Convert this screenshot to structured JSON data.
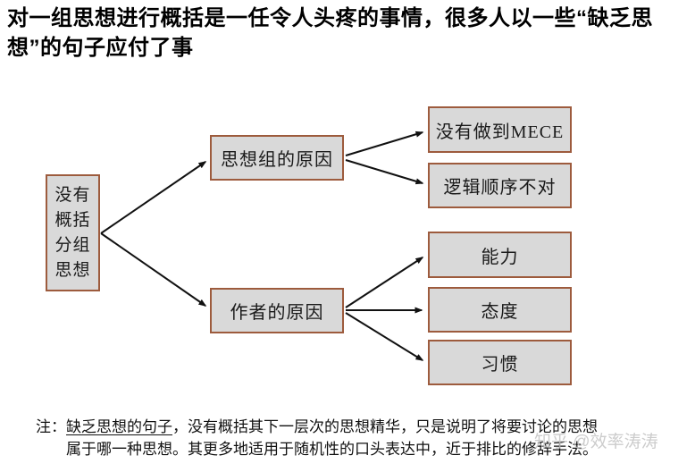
{
  "title": {
    "text": "对一组思想进行概括是一任令人头疼的事情，很多人以一些“缺乏思想”的句子应付了事",
    "line1": "对一组思想进行概括是一任令人头疼的事情，很多人以一些“缺乏思",
    "line2": "想”的句子应付了事"
  },
  "diagram": {
    "root": {
      "label": "没有概括分组思想",
      "lines": [
        "没有",
        "概括",
        "分组",
        "思想"
      ]
    },
    "level2": [
      {
        "id": "group-reason",
        "label": "思想组的原因"
      },
      {
        "id": "author-reason",
        "label": "作者的原因"
      }
    ],
    "level3": [
      {
        "id": "mece",
        "label": "没有做到MECE",
        "parent": "group-reason"
      },
      {
        "id": "logic-order",
        "label": "逻辑顺序不对",
        "parent": "group-reason"
      },
      {
        "id": "ability",
        "label": "能力",
        "parent": "author-reason"
      },
      {
        "id": "attitude",
        "label": "态度",
        "parent": "author-reason"
      },
      {
        "id": "habit",
        "label": "习惯",
        "parent": "author-reason"
      }
    ],
    "colors": {
      "box_fill": "#d9d9d9",
      "box_border": "#9d5b3d",
      "arrow": "#111111"
    }
  },
  "note": {
    "label": "注：",
    "underlined": "缺乏思想的句子",
    "line1_rest": "，没有概括其下一层次的思想精华，只是说明了将要讨论的思想",
    "line2": "属于哪一种思想。其更多地适用于随机性的口头表达中，近于排比的修辞手法。"
  },
  "watermark": {
    "text": "知乎 @效率涛涛",
    "color": "#c4c4c4"
  }
}
